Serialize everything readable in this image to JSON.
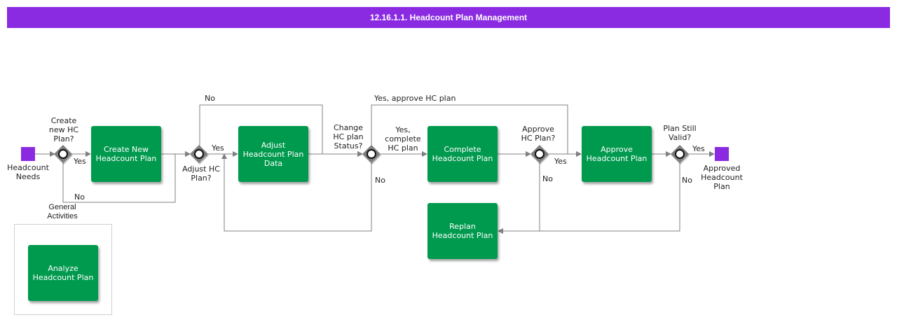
{
  "title": "12.16.1.1. Headcount Plan Management",
  "colors": {
    "header": "#8a2be2",
    "event": "#8a2be2",
    "task": "#009a4e",
    "gateway": "#7f7f7f",
    "flow": "#808080"
  },
  "events": {
    "start_label": "Headcount\nNeeds",
    "end_label": "Approved\nHeadcount\nPlan"
  },
  "tasks": {
    "create": "Create New\nHeadcount Plan",
    "adjust": "Adjust\nHeadcount Plan\nData",
    "complete": "Complete\nHeadcount Plan",
    "approve": "Approve\nHeadcount Plan",
    "replan": "Replan\nHeadcount Plan",
    "analyze": "Analyze\nHeadcount Plan"
  },
  "gateways": {
    "create_new": "Create\nnew HC\nPlan?",
    "adjust": "Adjust HC\nPlan?",
    "change_status": "Change\nHC plan\nStatus?",
    "approve": "Approve\nHC Plan?",
    "still_valid": "Plan Still\nValid?"
  },
  "flow_labels": {
    "g1_yes": "Yes",
    "g1_no": "No",
    "g2_yes": "Yes",
    "g2_no": "No",
    "g3_complete": "Yes,\ncomplete\nHC plan",
    "g3_approve": "Yes, approve HC plan",
    "g3_no": "No",
    "g4_yes": "Yes",
    "g4_no": "No",
    "g5_yes": "Yes",
    "g5_no": "No"
  },
  "lane": {
    "title": "General\nActivities"
  }
}
